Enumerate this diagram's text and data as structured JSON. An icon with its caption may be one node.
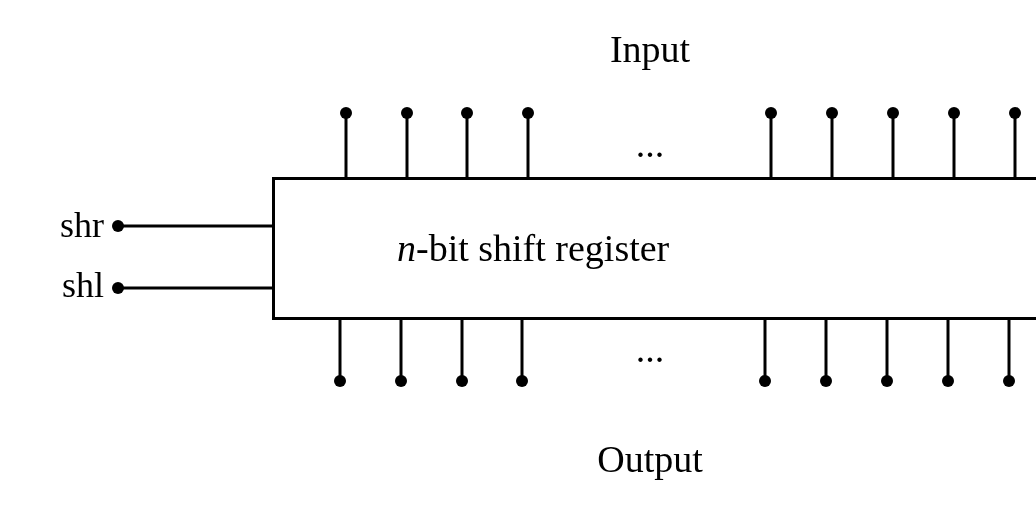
{
  "diagram": {
    "nodes": [
      {
        "text": [
          "*n*-bit shift register"
        ]
      },
      {
        "text": [
          "shr"
        ]
      },
      {
        "text": [
          "shl"
        ]
      }
    ],
    "edges": [
      {
        "from": 1,
        "to": 0,
        "arrow": "other"
      },
      {
        "from": 2,
        "to": 0,
        "arrow": "other"
      },
      {
        "from": null,
        "to": 0,
        "arrow": "other"
      },
      {
        "from": null,
        "to": 0,
        "arrow": "other"
      },
      {
        "from": null,
        "to": 0,
        "arrow": "other"
      },
      {
        "from": null,
        "to": 0,
        "arrow": "other"
      },
      {
        "from": null,
        "to": 0,
        "arrow": "other"
      },
      {
        "from": null,
        "to": 0,
        "arrow": "other"
      },
      {
        "from": null,
        "to": 0,
        "arrow": "other"
      },
      {
        "from": null,
        "to": 0,
        "arrow": "other"
      },
      {
        "from": null,
        "to": 0,
        "arrow": "other"
      },
      {
        "from": null,
        "to": 0,
        "arrow": "other"
      },
      {
        "from": null,
        "to": 0,
        "arrow": "other"
      },
      {
        "from": null,
        "to": 0,
        "arrow": "other"
      },
      {
        "from": null,
        "to": 0,
        "arrow": "other"
      },
      {
        "from": null,
        "to": 0,
        "arrow": "other"
      },
      {
        "from": null,
        "to": 0,
        "arrow": "other"
      },
      {
        "from": null,
        "to": 0,
        "arrow": "other"
      },
      {
        "from": null,
        "to": 0,
        "arrow": "other"
      },
      {
        "from": null,
        "to": 0,
        "arrow": "other"
      }
    ],
    "labels": [
      "Input",
      "...",
      "...",
      "Output"
    ]
  }
}
